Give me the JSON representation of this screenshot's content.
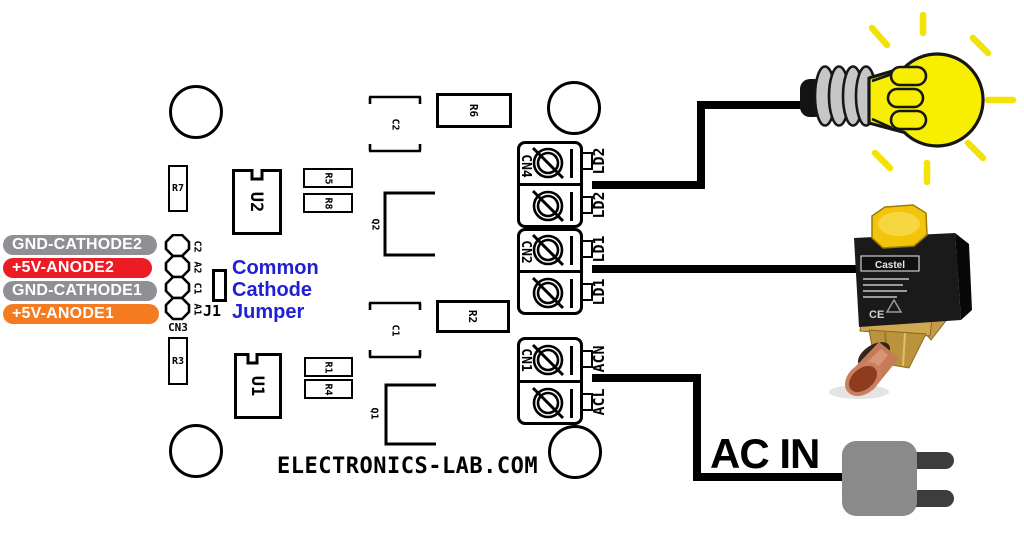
{
  "pins": [
    {
      "label": "GND-CATHODE2",
      "color": "#8e9093"
    },
    {
      "label": "+5V-ANODE2",
      "color": "#ec1b24"
    },
    {
      "label": "GND-CATHODE1",
      "color": "#8e9093"
    },
    {
      "label": "+5V-ANODE1",
      "color": "#f57b20"
    }
  ],
  "jumper": {
    "ref": "J1",
    "note_lines": [
      "Common",
      "Cathode",
      "Jumper"
    ],
    "note_color": "#1f1fd6"
  },
  "board": {
    "refs": {
      "r7": "R7",
      "u2": "U2",
      "r5": "R5",
      "r8": "R8",
      "c2": "C2",
      "r6": "R6",
      "q2": "Q2",
      "r2": "R2",
      "c1": "C1",
      "r1": "R1",
      "r4": "R4",
      "u1": "U1",
      "r3": "R3",
      "q1": "Q1"
    },
    "cn3": {
      "name": "CN3",
      "pads": [
        "C2",
        "A2",
        "C1",
        "A1"
      ]
    },
    "connectors": [
      {
        "name": "CN4",
        "terminals": [
          "LD2",
          "LD2"
        ]
      },
      {
        "name": "CN2",
        "terminals": [
          "LD1",
          "LD1"
        ]
      },
      {
        "name": "CN1",
        "terminals": [
          "ACN",
          "ACL"
        ]
      }
    ]
  },
  "annotations": {
    "ac_in": "AC IN",
    "watermark": "ELECTRONICS-LAB.COM"
  },
  "solenoid_label": {
    "brand": "Castel",
    "ce_mark": "CE"
  },
  "colors": {
    "wire": "#000000",
    "silkscreen": "#000000",
    "bulb_yellow": "#f8ee00",
    "ray_yellow": "#f2e205",
    "plug_gray": "#8a8a8a",
    "prong_gray": "#3d3d3d"
  }
}
